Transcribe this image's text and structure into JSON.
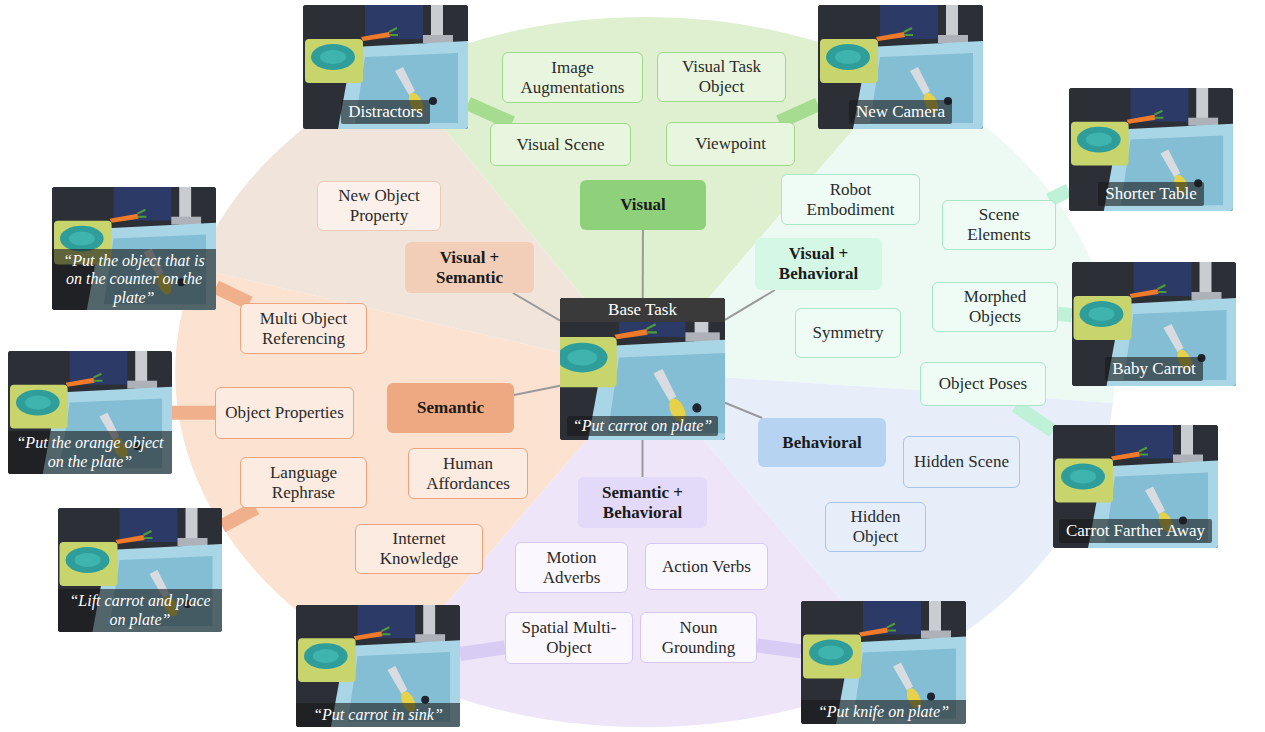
{
  "diagram": {
    "nodes": [
      {
        "text": [
          "Base Task",
          "“Put carrot on plate”"
        ]
      },
      {
        "text": [
          "Visual"
        ]
      },
      {
        "text": [
          "Visual + Behavioral"
        ]
      },
      {
        "text": [
          "Behavioral"
        ]
      },
      {
        "text": [
          "Semantic + Behavioral"
        ]
      },
      {
        "text": [
          "Semantic"
        ]
      },
      {
        "text": [
          "Visual + Semantic"
        ]
      },
      {
        "text": [
          "Image Augmentations"
        ]
      },
      {
        "text": [
          "Visual Task Object"
        ]
      },
      {
        "text": [
          "Visual Scene"
        ]
      },
      {
        "text": [
          "Viewpoint"
        ]
      },
      {
        "text": [
          "Robot Embodiment"
        ]
      },
      {
        "text": [
          "Scene Elements"
        ]
      },
      {
        "text": [
          "Morphed Objects"
        ]
      },
      {
        "text": [
          "Symmetry"
        ]
      },
      {
        "text": [
          "Object Poses"
        ]
      },
      {
        "text": [
          "Hidden Scene"
        ]
      },
      {
        "text": [
          "Hidden Object"
        ]
      },
      {
        "text": [
          "Motion Adverbs"
        ]
      },
      {
        "text": [
          "Action Verbs"
        ]
      },
      {
        "text": [
          "Spatial Multi-Object"
        ]
      },
      {
        "text": [
          "Noun Grounding"
        ]
      },
      {
        "text": [
          "Multi Object Referencing"
        ]
      },
      {
        "text": [
          "Object Properties"
        ]
      },
      {
        "text": [
          "Language Rephrase"
        ]
      },
      {
        "text": [
          "Human Affordances"
        ]
      },
      {
        "text": [
          "Internet Knowledge"
        ]
      },
      {
        "text": [
          "New Object Property"
        ]
      },
      {
        "text": [
          "Distractors"
        ]
      },
      {
        "text": [
          "New Camera"
        ]
      },
      {
        "text": [
          "Shorter Table"
        ]
      },
      {
        "text": [
          "Baby Carrot"
        ]
      },
      {
        "text": [
          "Carrot Farther Away"
        ]
      },
      {
        "text": [
          "“Put carrot in sink”"
        ]
      },
      {
        "text": [
          "“Put knife on plate”"
        ]
      },
      {
        "text": [
          "“Lift carrot and place on plate”"
        ]
      },
      {
        "text": [
          "“Put the orange object on the plate”"
        ]
      },
      {
        "text": [
          "“Put the object that is on the counter on the plate”"
        ]
      }
    ],
    "edges": [
      {
        "from": 0,
        "to": 1,
        "arrow": "none"
      },
      {
        "from": 0,
        "to": 2,
        "arrow": "none"
      },
      {
        "from": 0,
        "to": 3,
        "arrow": "none"
      },
      {
        "from": 0,
        "to": 4,
        "arrow": "none"
      },
      {
        "from": 0,
        "to": 5,
        "arrow": "none"
      },
      {
        "from": 0,
        "to": 6,
        "arrow": "none"
      },
      {
        "from": 9,
        "to": 28,
        "arrow": "none"
      },
      {
        "from": 10,
        "to": 29,
        "arrow": "none"
      },
      {
        "from": 12,
        "to": 30,
        "arrow": "none"
      },
      {
        "from": 13,
        "to": 31,
        "arrow": "none"
      },
      {
        "from": 15,
        "to": 32,
        "arrow": "none"
      },
      {
        "from": 20,
        "to": 33,
        "arrow": "none"
      },
      {
        "from": 21,
        "to": 34,
        "arrow": "none"
      },
      {
        "from": 24,
        "to": 35,
        "arrow": "none"
      },
      {
        "from": 23,
        "to": 36,
        "arrow": "none"
      },
      {
        "from": 22,
        "to": 37,
        "arrow": "none"
      }
    ]
  }
}
